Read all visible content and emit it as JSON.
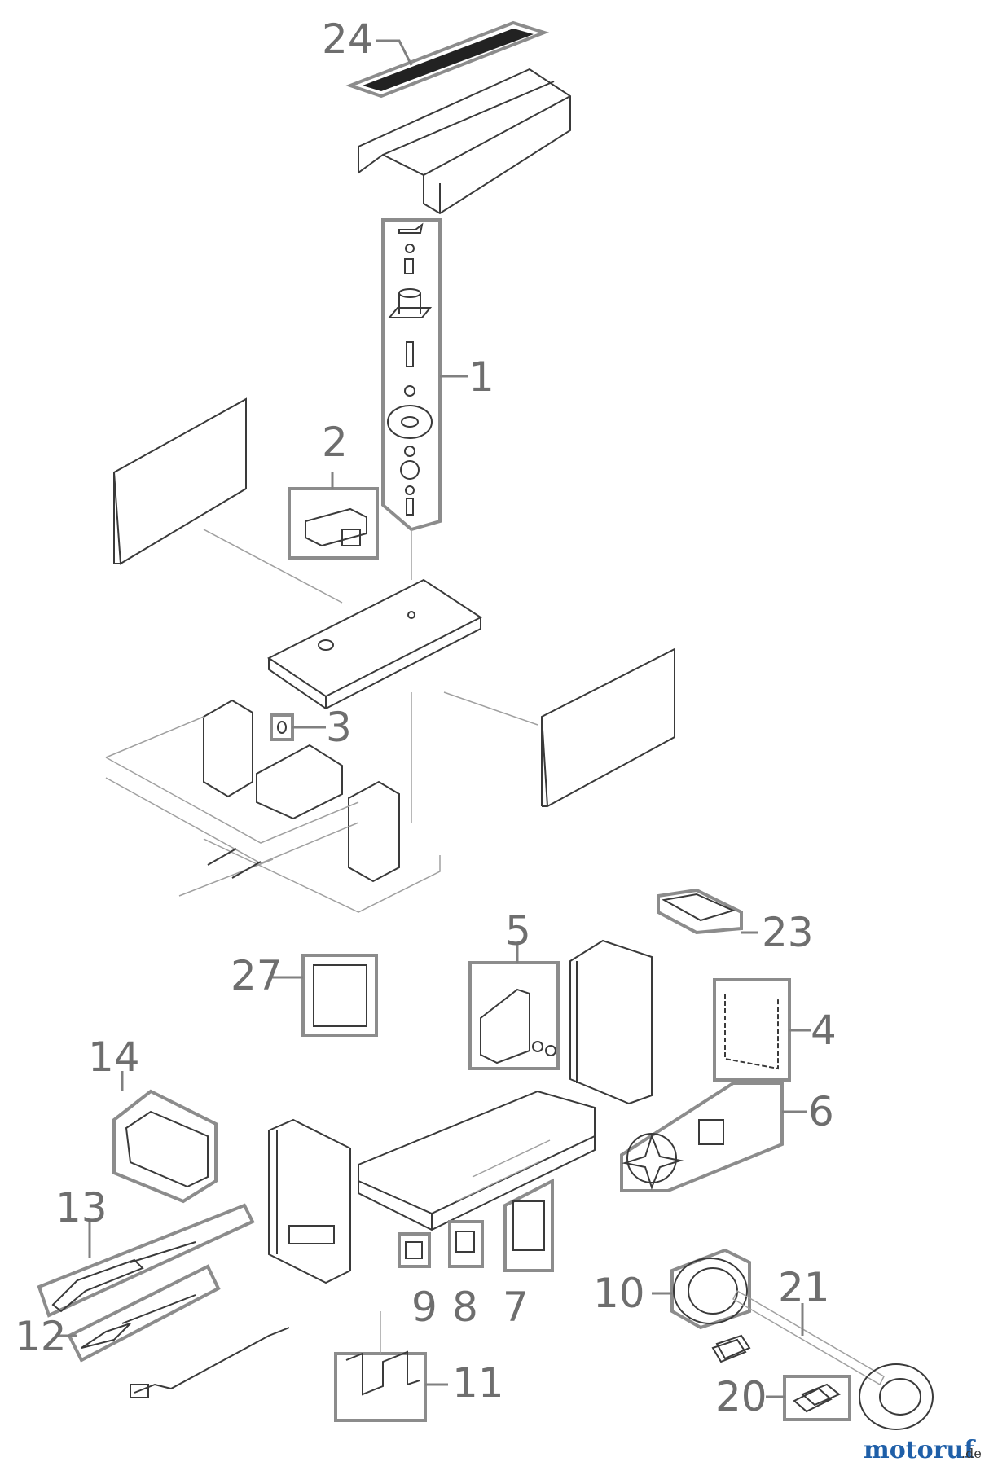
{
  "callouts": {
    "c1": "1",
    "c2": "2",
    "c3": "3",
    "c4": "4",
    "c5": "5",
    "c6": "6",
    "c7": "7",
    "c8": "8",
    "c9": "9",
    "c10": "10",
    "c11": "11",
    "c12": "12",
    "c13": "13",
    "c14": "14",
    "c20": "20",
    "c21": "21",
    "c23": "23",
    "c24": "24",
    "c27": "27"
  },
  "logo": {
    "main": "motoruf",
    "tld": ".de"
  },
  "colors": {
    "callout": "#6e6e6e",
    "box": "#8c8c8c",
    "line": "#3a3a3a",
    "logo": "#1f5fa8"
  }
}
